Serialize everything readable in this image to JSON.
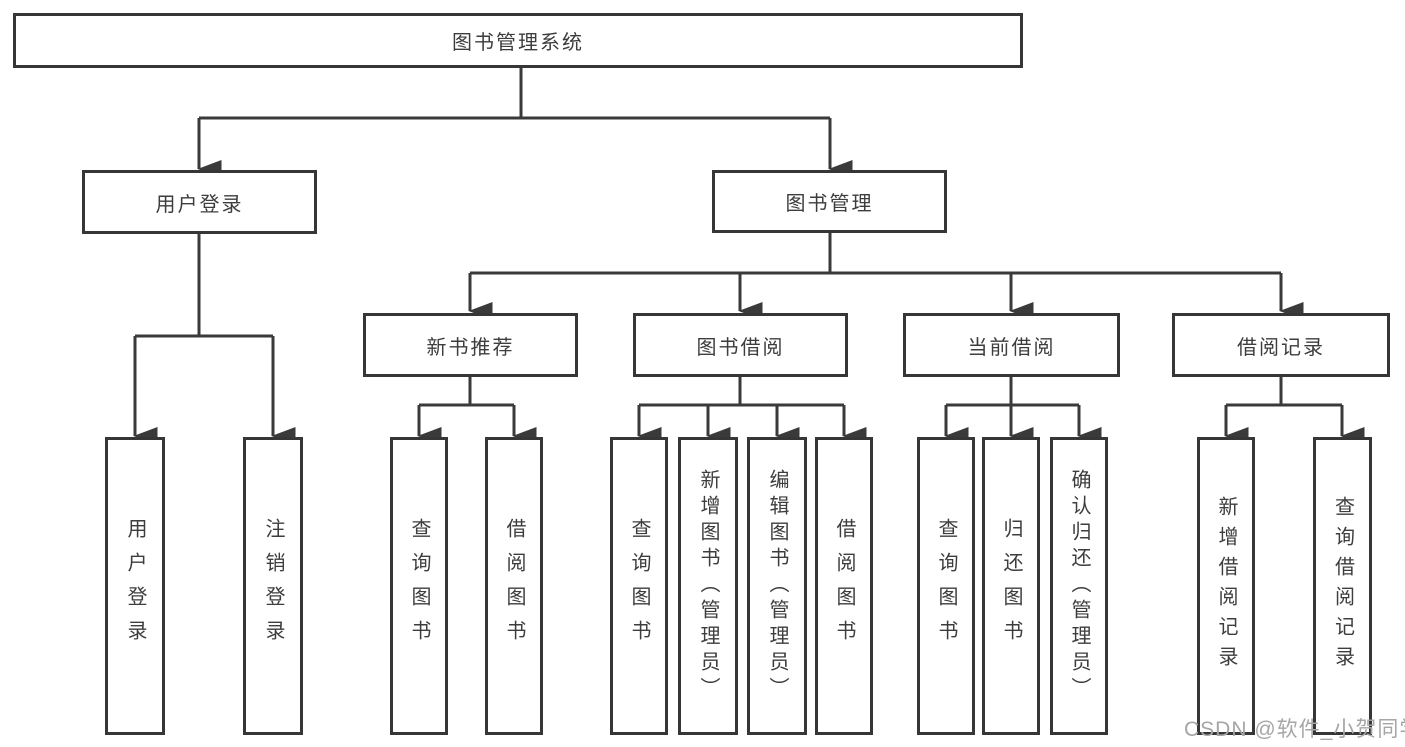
{
  "diagram": {
    "title": "图书管理系统",
    "nodes": {
      "root": {
        "label": "图书管理系统",
        "children": [
          "user_login",
          "book_mgmt"
        ]
      },
      "user_login": {
        "label": "用户登录",
        "children": [
          "leaf_user_login",
          "leaf_logout"
        ]
      },
      "book_mgmt": {
        "label": "图书管理",
        "children": [
          "new_books",
          "book_borrow",
          "current_borrow",
          "borrow_records"
        ]
      },
      "new_books": {
        "label": "新书推荐",
        "children": [
          "leaf_nb_query",
          "leaf_nb_borrow"
        ]
      },
      "book_borrow": {
        "label": "图书借阅",
        "children": [
          "leaf_bb_query",
          "leaf_bb_add",
          "leaf_bb_edit",
          "leaf_bb_borrow"
        ]
      },
      "current_borrow": {
        "label": "当前借阅",
        "children": [
          "leaf_cb_query",
          "leaf_cb_return",
          "leaf_cb_confirm"
        ]
      },
      "borrow_records": {
        "label": "借阅记录",
        "children": [
          "leaf_br_add",
          "leaf_br_query"
        ]
      },
      "leaf_user_login": {
        "label": "用户登录",
        "children": []
      },
      "leaf_logout": {
        "label": "注销登录",
        "children": []
      },
      "leaf_nb_query": {
        "label": "查询图书",
        "children": []
      },
      "leaf_nb_borrow": {
        "label": "借阅图书",
        "children": []
      },
      "leaf_bb_query": {
        "label": "查询图书",
        "children": []
      },
      "leaf_bb_add": {
        "label": "新增图书（管理员）",
        "children": []
      },
      "leaf_bb_edit": {
        "label": "编辑图书（管理员）",
        "children": []
      },
      "leaf_bb_borrow": {
        "label": "借阅图书",
        "children": []
      },
      "leaf_cb_query": {
        "label": "查询图书",
        "children": []
      },
      "leaf_cb_return": {
        "label": "归还图书",
        "children": []
      },
      "leaf_cb_confirm": {
        "label": "确认归还（管理员）",
        "children": []
      },
      "leaf_br_add": {
        "label": "新增借阅记录",
        "children": []
      },
      "leaf_br_query": {
        "label": "查询借阅记录",
        "children": []
      }
    },
    "colors": {
      "line": "#3a3a3a",
      "box_border": "#363636",
      "text": "#3d3d3d",
      "background": "#ffffff",
      "watermark": "#a6a6a6"
    }
  },
  "watermark": {
    "text": "CSDN @软件_小贺同学"
  }
}
